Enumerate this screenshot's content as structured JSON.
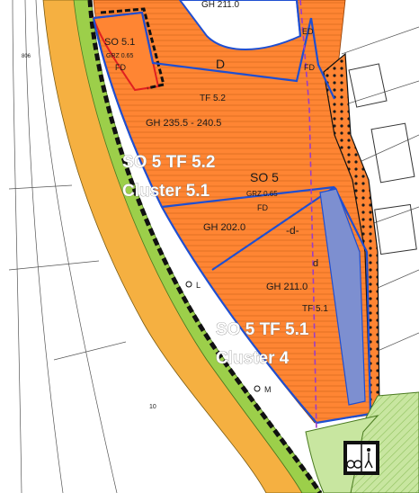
{
  "map": {
    "zones": {
      "so51": {
        "name": "SO 5.1",
        "grz": "GRZ 0.65",
        "fd": "FD"
      },
      "d_upper": "D",
      "tf52": "TF 5.2",
      "gh_upper_top": "GH 211.0",
      "gh_upper": "GH 235.5 - 240.5",
      "so5": {
        "name": "SO 5",
        "grz": "GRZ 0.65",
        "fd": "FD"
      },
      "gh_mid": "GH 202.0",
      "d_mid": "-d-",
      "d_small": "d",
      "gh_lower": "GH 211.0",
      "tf51": "TF 5.1"
    },
    "overlays": {
      "cluster_upper_line1": "SO 5 TF 5.2",
      "cluster_upper_line2": "Cluster 5.1",
      "cluster_lower_line1": "SO 5 TF 5.1",
      "cluster_lower_line2": "Cluster 4"
    },
    "markers": {
      "l": "L",
      "m": "M",
      "ed": "ED",
      "fd_top": "FD"
    },
    "misc": {
      "num_30": "10",
      "left_edge": "806"
    },
    "colors": {
      "zone_orange": "#ff8533",
      "road_yellow": "#f5b041",
      "green_strip": "#9ccf4a",
      "light_green": "#c8e6a0",
      "blue_boundary": "#1f4fd1",
      "blue_fill": "#7d8fd0",
      "black_border": "#111111",
      "red_line": "#e02020",
      "purple_dash": "#9b3cc7"
    },
    "icons": [
      "bike-pedestrian-sign-icon",
      "north-hatching-icon"
    ]
  }
}
